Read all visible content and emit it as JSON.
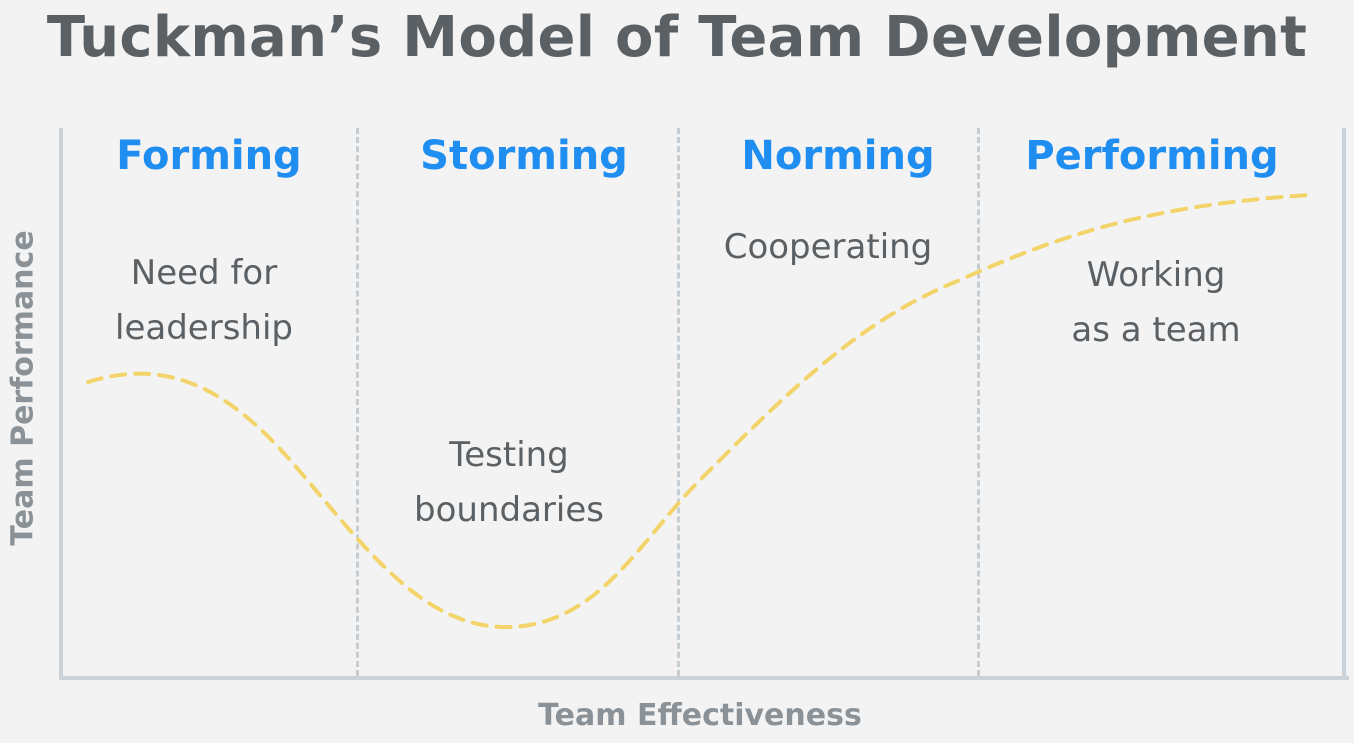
{
  "title": "Tuckman’s Model of Team Development",
  "y_axis_label": "Team Performance",
  "x_axis_label": "Team Effectiveness",
  "stages": [
    {
      "name": "Forming",
      "note_line1": "Need for",
      "note_line2": "leadership"
    },
    {
      "name": "Storming",
      "note_line1": "Testing",
      "note_line2": "boundaries"
    },
    {
      "name": "Norming",
      "note_line1": "Cooperating",
      "note_line2": ""
    },
    {
      "name": "Performing",
      "note_line1": "Working",
      "note_line2": "as a team"
    }
  ],
  "colors": {
    "stage_label": "#1f8ef0",
    "curve": "#f3d46a",
    "title": "#5b6064",
    "axis": "#ccd3d8"
  }
}
